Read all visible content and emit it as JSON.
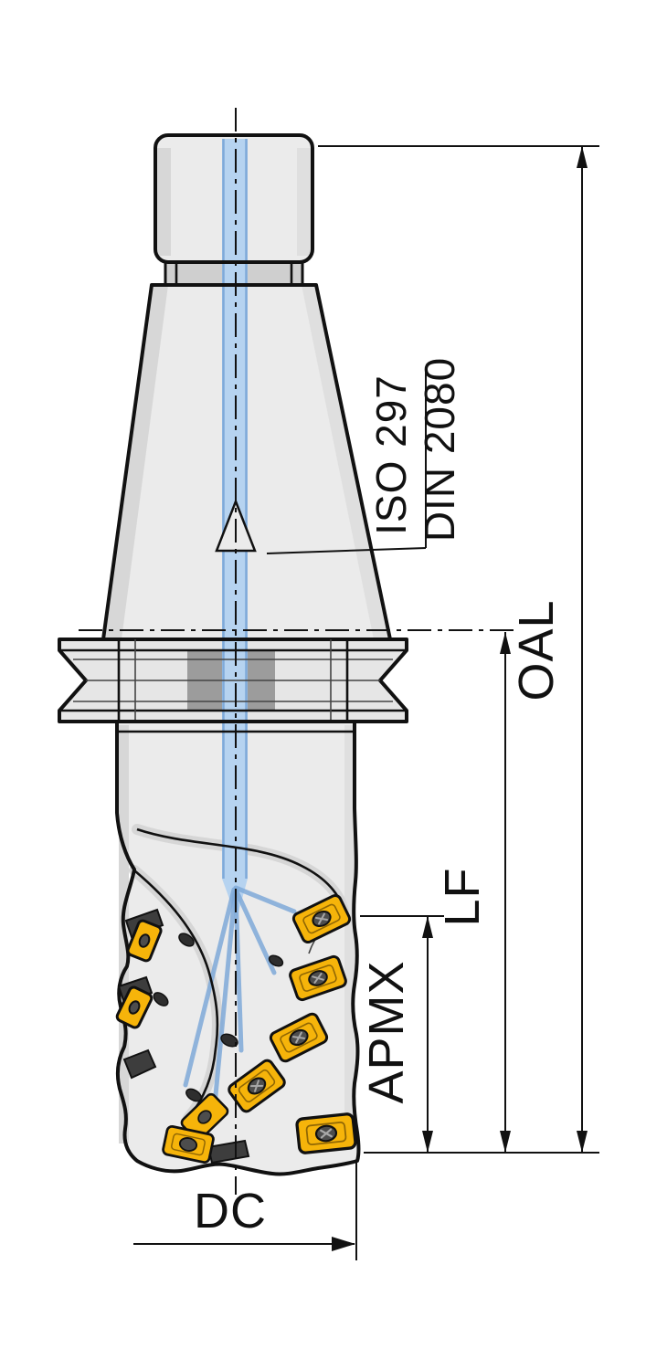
{
  "drawing": {
    "labels": {
      "standard_iso": "ISO 297",
      "standard_din": "DIN 2080",
      "overall_length": "OAL",
      "functional_length": "LF",
      "max_cutting_depth": "APMX",
      "cutting_diameter": "DC"
    },
    "colors": {
      "body": "#ebebeb",
      "body-shade": "#d7d7d7",
      "body-dark": "#9c9c9c",
      "neck": "#cfcfcf",
      "coolant": "#b6d3f0",
      "coolant-edge": "#7fa9d8",
      "insert": "#f6b40a",
      "screw": "#4d4d4d",
      "line": "#111111"
    }
  }
}
